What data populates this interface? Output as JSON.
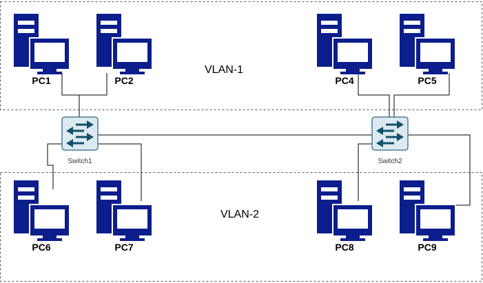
{
  "colors": {
    "pc": "#0b1e8c",
    "switch_body": "#dde9f0",
    "switch_edge": "#4a7d95",
    "switch_arrow": "#10506a",
    "zone_border": "#555555",
    "link": "#000000"
  },
  "zones": [
    {
      "id": "vlan1",
      "label": "VLAN-1"
    },
    {
      "id": "vlan2",
      "label": "VLAN-2"
    }
  ],
  "switches": [
    {
      "id": "switch1",
      "label": "Switch1",
      "icon": "switch-icon"
    },
    {
      "id": "switch2",
      "label": "Switch2",
      "icon": "switch-icon"
    }
  ],
  "pcs": [
    {
      "id": "pc1",
      "label": "PC1",
      "icon": "desktop-pc-icon"
    },
    {
      "id": "pc2",
      "label": "PC2",
      "icon": "desktop-pc-icon"
    },
    {
      "id": "pc4",
      "label": "PC4",
      "icon": "desktop-pc-icon"
    },
    {
      "id": "pc5",
      "label": "PC5",
      "icon": "desktop-pc-icon"
    },
    {
      "id": "pc6",
      "label": "PC6",
      "icon": "desktop-pc-icon"
    },
    {
      "id": "pc7",
      "label": "PC7",
      "icon": "desktop-pc-icon"
    },
    {
      "id": "pc8",
      "label": "PC8",
      "icon": "desktop-pc-icon"
    },
    {
      "id": "pc9",
      "label": "PC9",
      "icon": "desktop-pc-icon"
    }
  ],
  "links": [
    {
      "from": "pc1",
      "to": "switch1"
    },
    {
      "from": "pc2",
      "to": "switch1"
    },
    {
      "from": "pc6",
      "to": "switch1"
    },
    {
      "from": "pc7",
      "to": "switch1"
    },
    {
      "from": "switch1",
      "to": "switch2"
    },
    {
      "from": "pc4",
      "to": "switch2"
    },
    {
      "from": "pc5",
      "to": "switch2"
    },
    {
      "from": "pc8",
      "to": "switch2"
    },
    {
      "from": "pc9",
      "to": "switch2"
    }
  ]
}
